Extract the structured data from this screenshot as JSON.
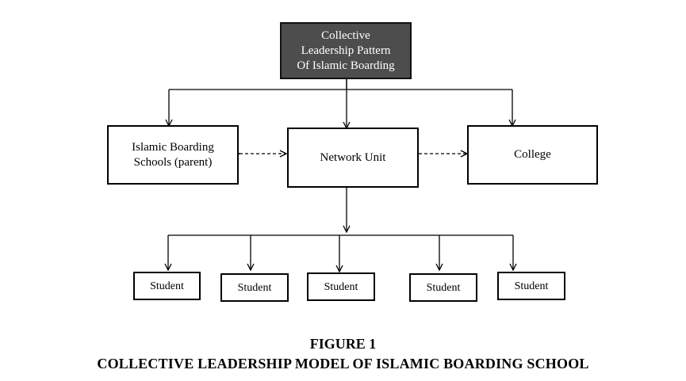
{
  "diagram": {
    "top_node": "Collective Leadership Pattern Of Islamic Boarding",
    "left_node": "Islamic Boarding Schools (parent)",
    "center_node": "Network Unit",
    "right_node": "College",
    "students": [
      "Student",
      "Student",
      "Student",
      "Student",
      "Student"
    ]
  },
  "caption": {
    "figure_number": "FIGURE 1",
    "title": "COLLECTIVE LEADERSHIP MODEL OF ISLAMIC BOARDING SCHOOL"
  }
}
